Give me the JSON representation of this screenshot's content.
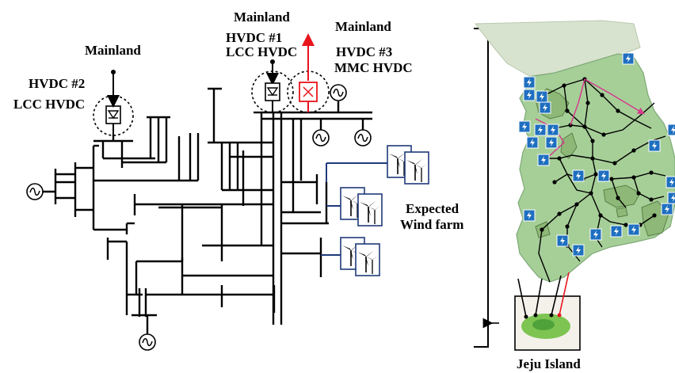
{
  "labels": {
    "mainland_left": "Mainland",
    "mainland_mid": "Mainland",
    "mainland_right": "Mainland",
    "hvdc2_name": "HVDC #2",
    "hvdc2_type": "LCC HVDC",
    "hvdc1_name": "HVDC #1",
    "hvdc1_type": "LCC HVDC",
    "hvdc3_name": "HVDC #3",
    "hvdc3_type": "MMC HVDC",
    "wind_line1": "Expected",
    "wind_line2": "Wind farm",
    "jeju": "Jeju Island"
  },
  "colors": {
    "line": "#000000",
    "mmc": "#e8141c",
    "wind_feeder": "#1f3a7a",
    "map_land": "#a6cf98",
    "map_sea_land": "#d8e3cf",
    "power_badge": "#1f6fc0",
    "planned_link": "#d43c8c"
  },
  "icons": {
    "generator": "generator-icon",
    "converter": "converter-icon",
    "wind_turbine": "wind-turbine-icon",
    "power_plant": "lightning-badge-icon"
  }
}
